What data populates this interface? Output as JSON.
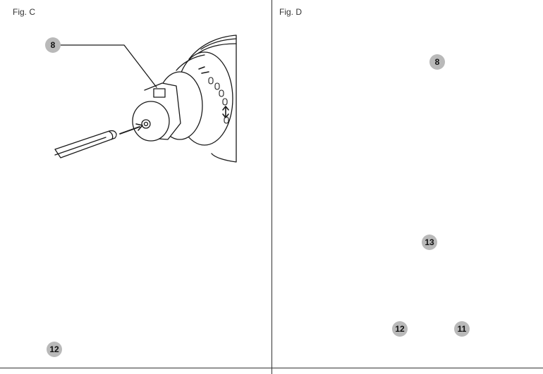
{
  "figures": {
    "fig_c": {
      "label": "Fig. C"
    },
    "fig_d": {
      "label": "Fig. D"
    }
  },
  "callouts": {
    "c_top": "8",
    "c_bottom": "12",
    "d_top": "8",
    "d_13": "13",
    "d_12": "12",
    "d_11": "11"
  },
  "colors": {
    "line": "#1a1a1a",
    "callout_fill": "#b9b9b9",
    "ring_dark": "#7a7a7a",
    "body_fill": "#ffffff"
  }
}
